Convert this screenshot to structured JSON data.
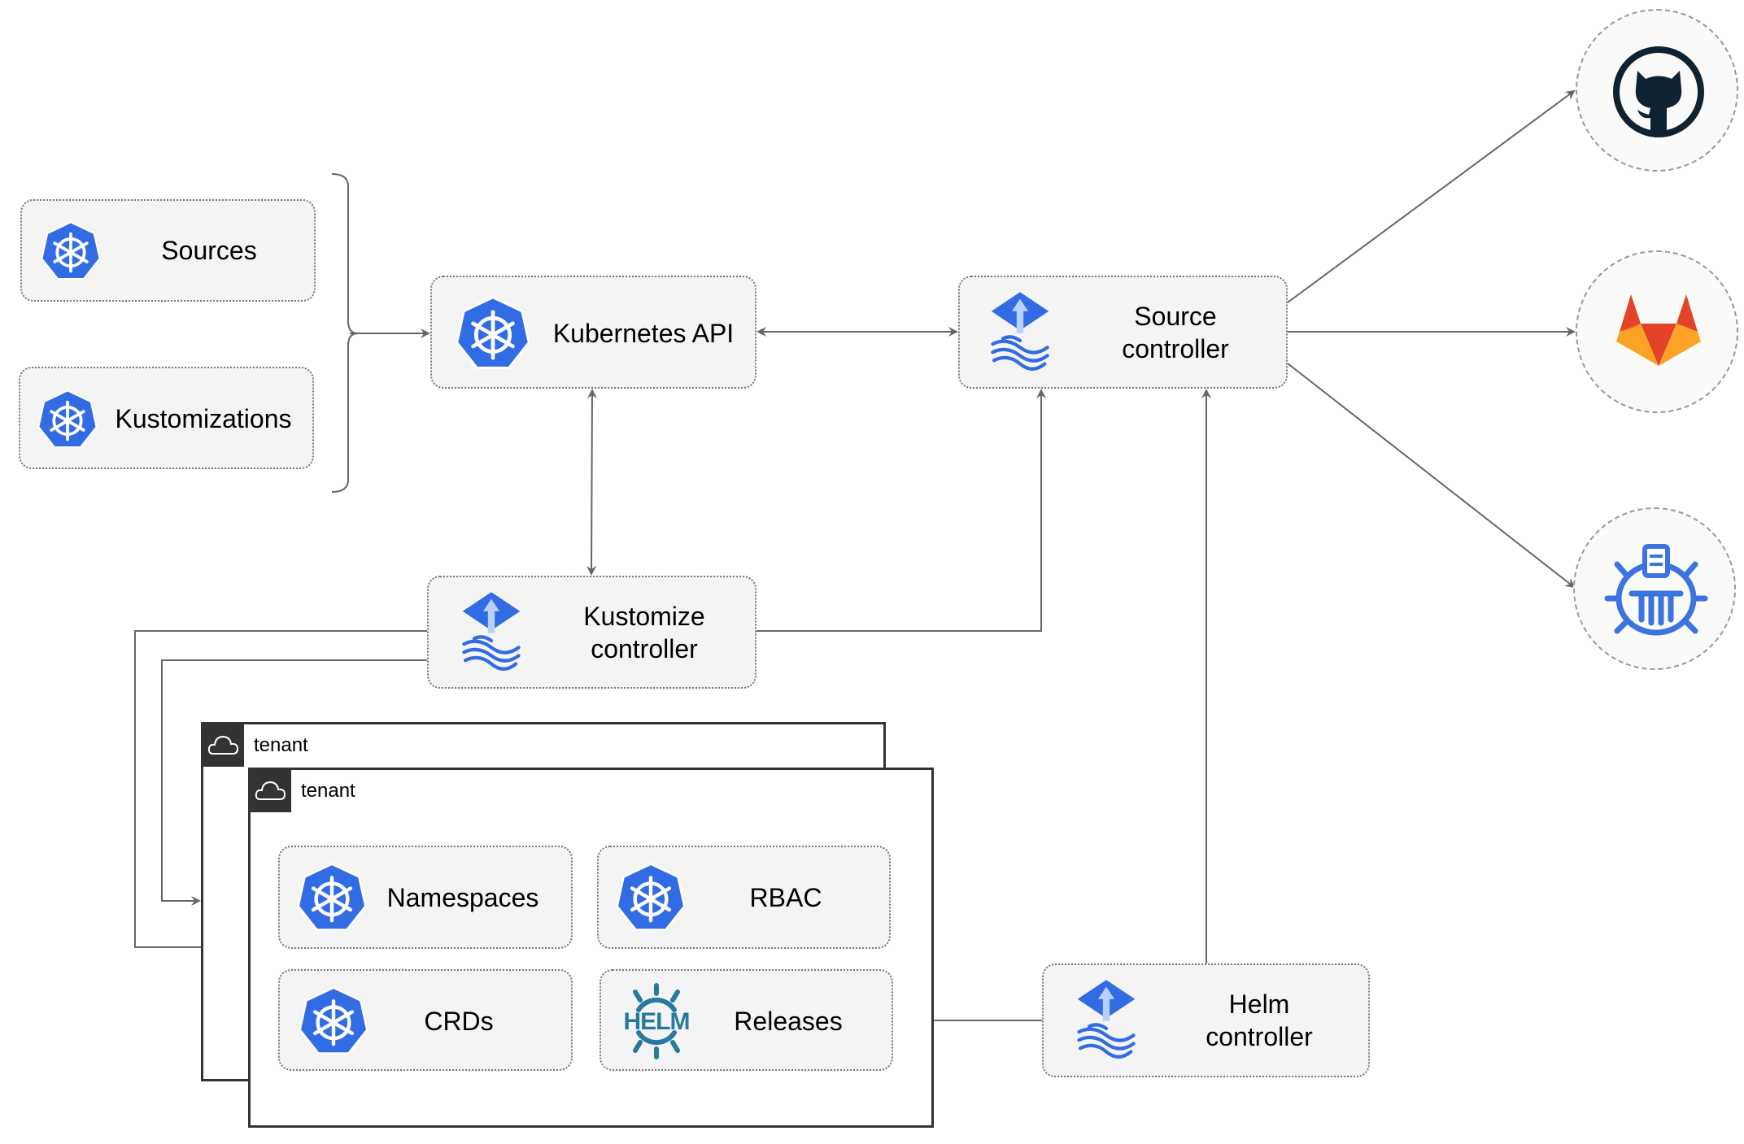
{
  "nodes": {
    "sources": "Sources",
    "kustomizations": "Kustomizations",
    "kubernetes_api": "Kubernetes API",
    "source_controller": [
      "Source",
      "controller"
    ],
    "kustomize_controller": [
      "Kustomize",
      "controller"
    ],
    "helm_controller": [
      "Helm",
      "controller"
    ],
    "namespaces": "Namespaces",
    "rbac": "RBAC",
    "crds": "CRDs",
    "releases": "Releases"
  },
  "tenants": [
    "tenant",
    "tenant"
  ],
  "external_sources": [
    "github-icon",
    "gitlab-icon",
    "bucket-icon"
  ],
  "helm_logo_text": "HELM",
  "colors": {
    "k8s_blue": "#326ce5",
    "edge": "#666666",
    "tenant_border": "#333333",
    "helm": "#277a9f",
    "gitlab_orange": "#e24329",
    "github_dark": "#0f2231"
  }
}
